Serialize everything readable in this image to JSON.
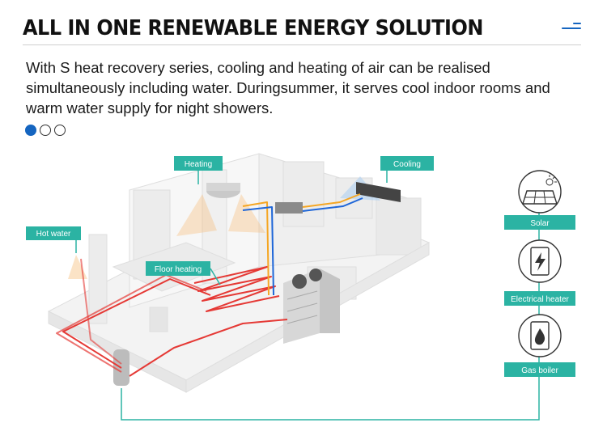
{
  "header": {
    "title": "ALL IN ONE RENEWABLE ENERGY SOLUTION"
  },
  "description": "With S heat recovery series, cooling and heating of air can be realised simultaneously including water. Duringsummer, it serves cool indoor rooms and warm water supply for night showers.",
  "carousel": {
    "count": 3,
    "active_index": 0
  },
  "diagram": {
    "labels": {
      "heating": "Heating",
      "cooling": "Cooling",
      "hot_water": "Hot water",
      "floor_heating": "Floor heating"
    },
    "sources": [
      {
        "label": "Solar",
        "icon": "solar-panel-icon"
      },
      {
        "label": "Electrical heater",
        "icon": "electrical-heater-icon"
      },
      {
        "label": "Gas boiler",
        "icon": "gas-boiler-icon"
      }
    ]
  },
  "colors": {
    "accent": "#1565c0",
    "label_bg": "#2bb3a3",
    "hot_pipe": "#e53935",
    "cold_pipe": "#1e66d8",
    "warm_pipe": "#f5a623"
  }
}
